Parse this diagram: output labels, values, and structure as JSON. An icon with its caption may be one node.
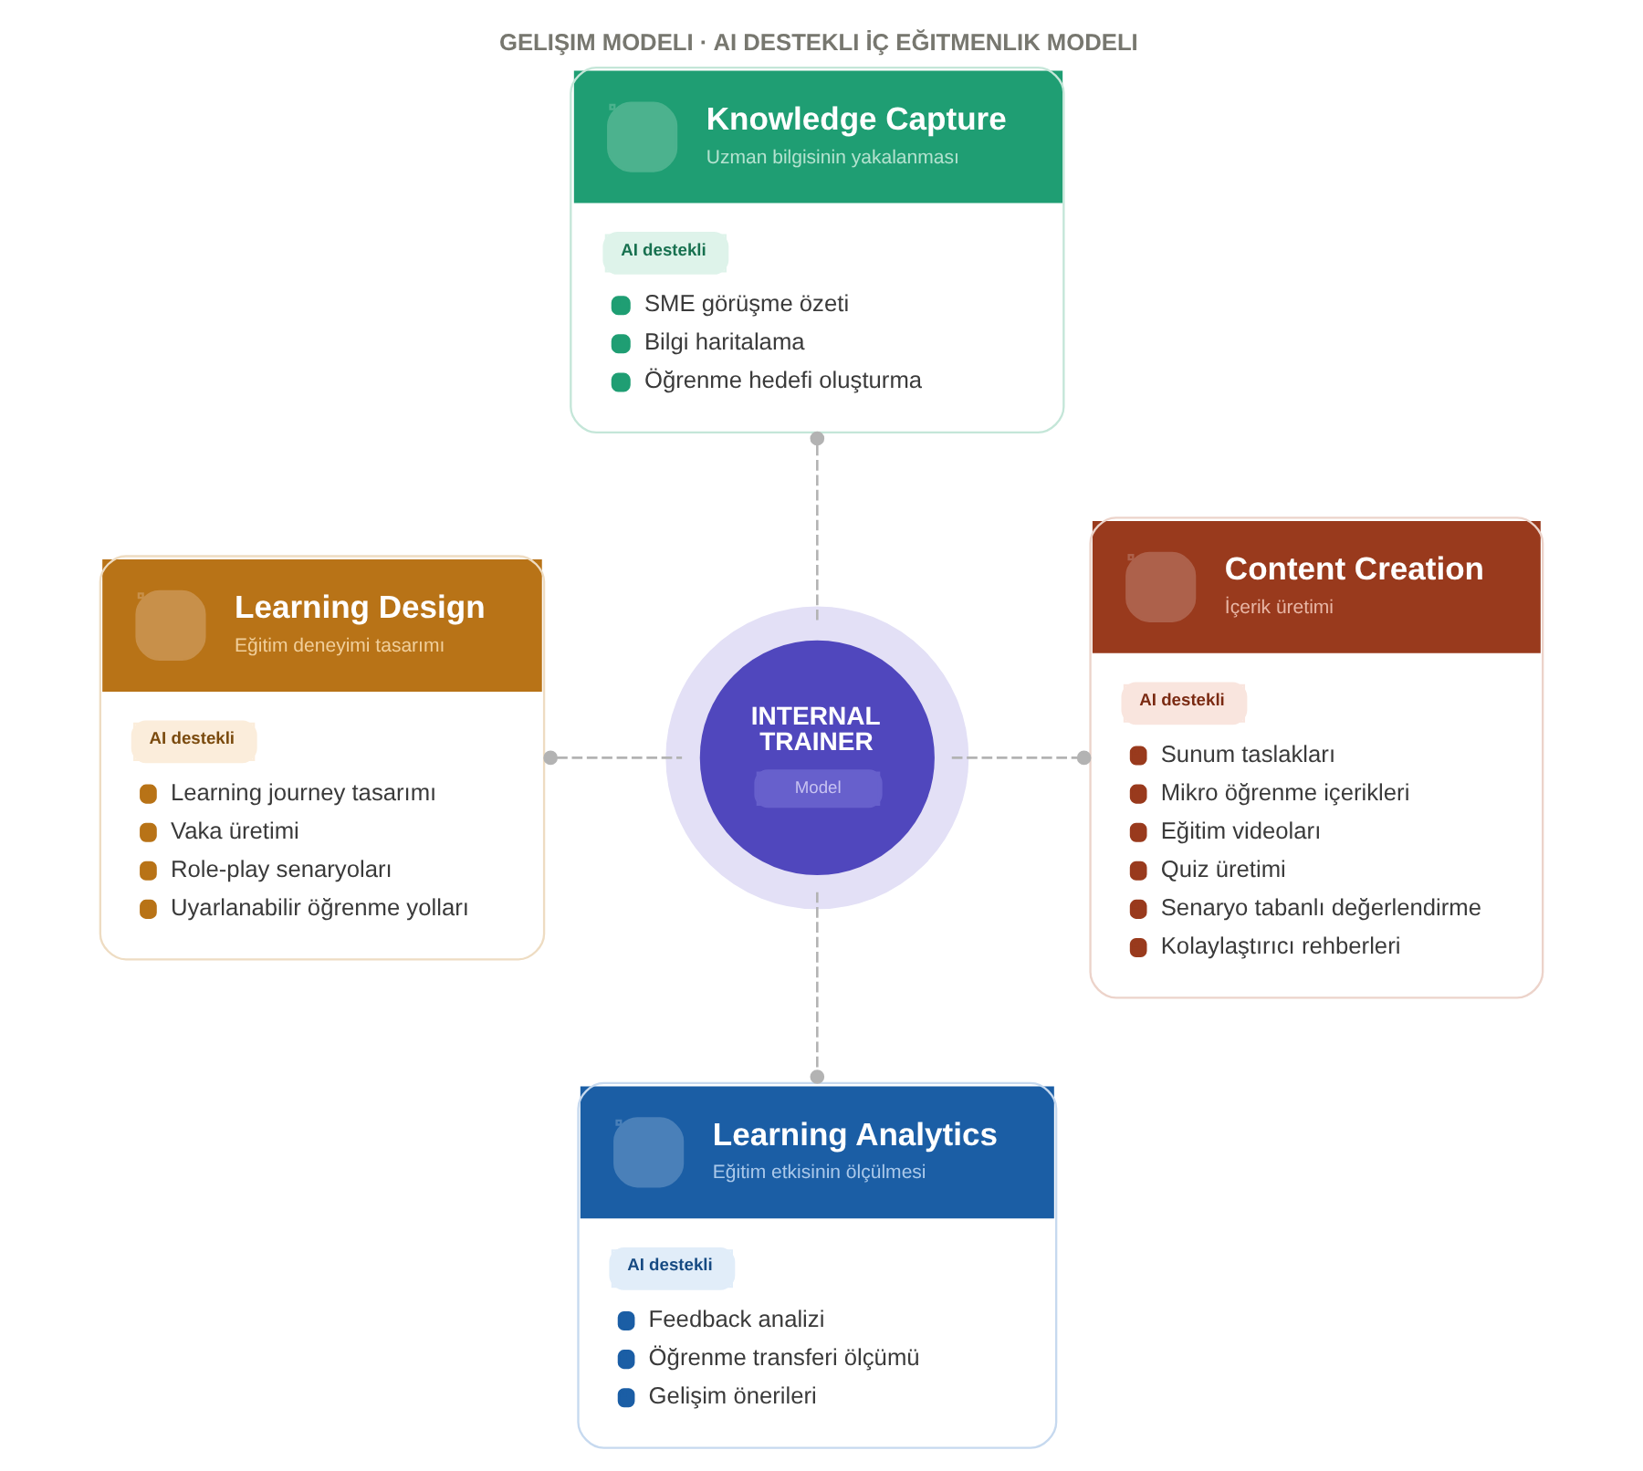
{
  "diagram": {
    "title": "GELIŞIM MODELI · AI DESTEKLI İÇ EĞITMENLIK MODELI",
    "nodes": [
      {
        "text": [
          "Knowledge Capture",
          "Uzman bilgisinin yakalanması",
          "AI destekli",
          "SME görüşme özeti",
          "Bilgi haritalama",
          "Öğrenme hedefi oluşturma"
        ]
      },
      {
        "text": [
          "Learning Design",
          "Eğitim deneyimi tasarımı",
          "AI destekli",
          "Learning journey tasarımı",
          "Vaka üretimi",
          "Role-play senaryoları",
          "Uyarlanabilir öğrenme yolları"
        ]
      },
      {
        "text": [
          "INTERNAL TRAINER",
          "Model"
        ]
      },
      {
        "text": [
          "Content Creation",
          "İçerik üretimi",
          "AI destekli",
          "Sunum taslakları",
          "Mikro öğrenme içerikleri",
          "Eğitim videoları",
          "Quiz üretimi",
          "Senaryo tabanlı değerlendirme",
          "Kolaylaştırıcı rehberleri"
        ]
      },
      {
        "text": [
          "Learning Analytics",
          "Eğitim etkisinin ölçülmesi",
          "AI destekli",
          "Feedback analizi",
          "Öğrenme transferi ölçümü",
          "Gelişim önerileri"
        ]
      }
    ],
    "edges": [
      {
        "from": 0,
        "to": 2,
        "arrow": "other",
        "style": "dashed"
      },
      {
        "from": 1,
        "to": 2,
        "arrow": "other",
        "style": "dashed"
      },
      {
        "from": 2,
        "to": 3,
        "arrow": "other",
        "style": "dashed"
      },
      {
        "from": 2,
        "to": 4,
        "arrow": "other",
        "style": "dashed"
      }
    ]
  }
}
